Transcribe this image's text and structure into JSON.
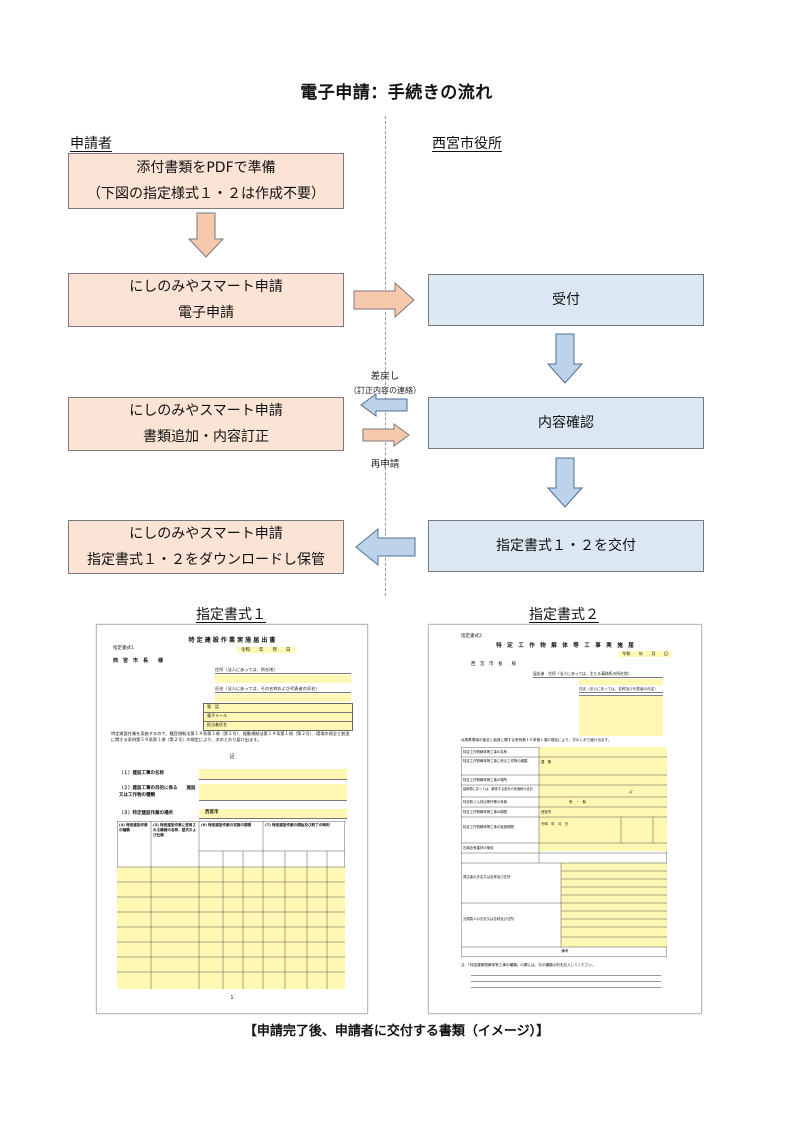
{
  "title": "電子申請：手続きの流れ",
  "columns": {
    "applicant": "申請者",
    "city": "西宮市役所"
  },
  "boxes": {
    "prep_line1": "添付書類をPDFで準備",
    "prep_line2": "（下図の指定様式１・２は作成不要）",
    "apply_line1": "にしのみやスマート申請",
    "apply_line2": "電子申請",
    "receive": "受付",
    "fix_line1": "にしのみやスマート申請",
    "fix_line2": "書類追加・内容訂正",
    "check": "内容確認",
    "dl_line1": "にしのみやスマート申請",
    "dl_line2": "指定書式１・２をダウンロードし保管",
    "issue": "指定書式１・２を交付"
  },
  "notes": {
    "return_line1": "差戻し",
    "return_line2": "（訂正内容の連絡）",
    "reapply": "再申請"
  },
  "forms": {
    "form1_title": "指定書式１",
    "form2_title": "指定書式２",
    "form1": {
      "label": "指定書式1",
      "heading": "特 定 建 設 作 業 実 施 届 出 書",
      "date": "令和　　年　　月　　日",
      "addressee": "西　宮　市　長　　様",
      "addr": "住所（法人にあっては、所在地）",
      "name": "氏名（法人にあっては、その名称および代表者の氏名）",
      "phone": "電　話",
      "mail": "電子メール",
      "person": "担当者氏名",
      "body": "特定建設作業を実施するので、騒音規制法第１４条第１項（第２号）、振動規制法第１４条第１項（第２号）、環境の保全と創造に関する条例第５９条第１項（第２号）の規定により、次のとおり届け出ます。",
      "center": "記",
      "item1": "（１）建設工事の名称",
      "item2": "（２）建設工事の目的に係る　　施設又は工作物の種類",
      "item3": "（３）特定建設作業の場所",
      "item3_val": "西宮市",
      "col4": "(4) 特定建設作業の種類",
      "col5": "(5) 特定建設作業に使用される機械の名称、型式および仕様",
      "col6": "(6) 特定建設作業の実施の期間",
      "col7": "(7) 特定建設作業の開始及び終了の時刻",
      "page": "1"
    },
    "form2": {
      "label": "指定書式2",
      "heading": "特　定　工　作　物　解　体　等　工　事　実　施　届",
      "date": "令和　　年　　月　　日",
      "addressee": "西　宮　市　長　　様",
      "applicant": "届出者　住所（法人にあっては、主たる事務所の所在地）",
      "name": "氏名（法人にあっては、名称及び代表者の氏名）",
      "body": "兵庫県環境の保全と創造に関する条例第１０条第１項の規定により、次のとおり届け出ます。",
      "r1": "特定工作物解体等工事の名称",
      "r2": "特定工作物解体等工事に係る工作物の種類",
      "r2_val": "建　築",
      "r3": "特定工作物解体等工事の場所",
      "r4": "建築物にあっては、解体する部分の床面積の合計",
      "r4_val": "㎡",
      "r5": "特定粉じん排出等作業の有無",
      "r5_val": "有　・　無",
      "r6": "特定工作物解体等工事の期間",
      "r6_val": "西宮市",
      "r7": "特定工作物解体等工事の実施期間",
      "r7_val": "令和　年　月　日",
      "r8": "石綿含有建材の使用",
      "r9": "発注者の氏名又は名称及び住所",
      "r10": "元請負人の氏名又は名称及び住所",
      "remarks": "備考",
      "notes_head": "注　「特定建築物解体等工事の種類」の欄には、次の種類の別を記入してください。"
    }
  },
  "caption": "【申請完了後、申請者に交付する書類（イメージ）】"
}
